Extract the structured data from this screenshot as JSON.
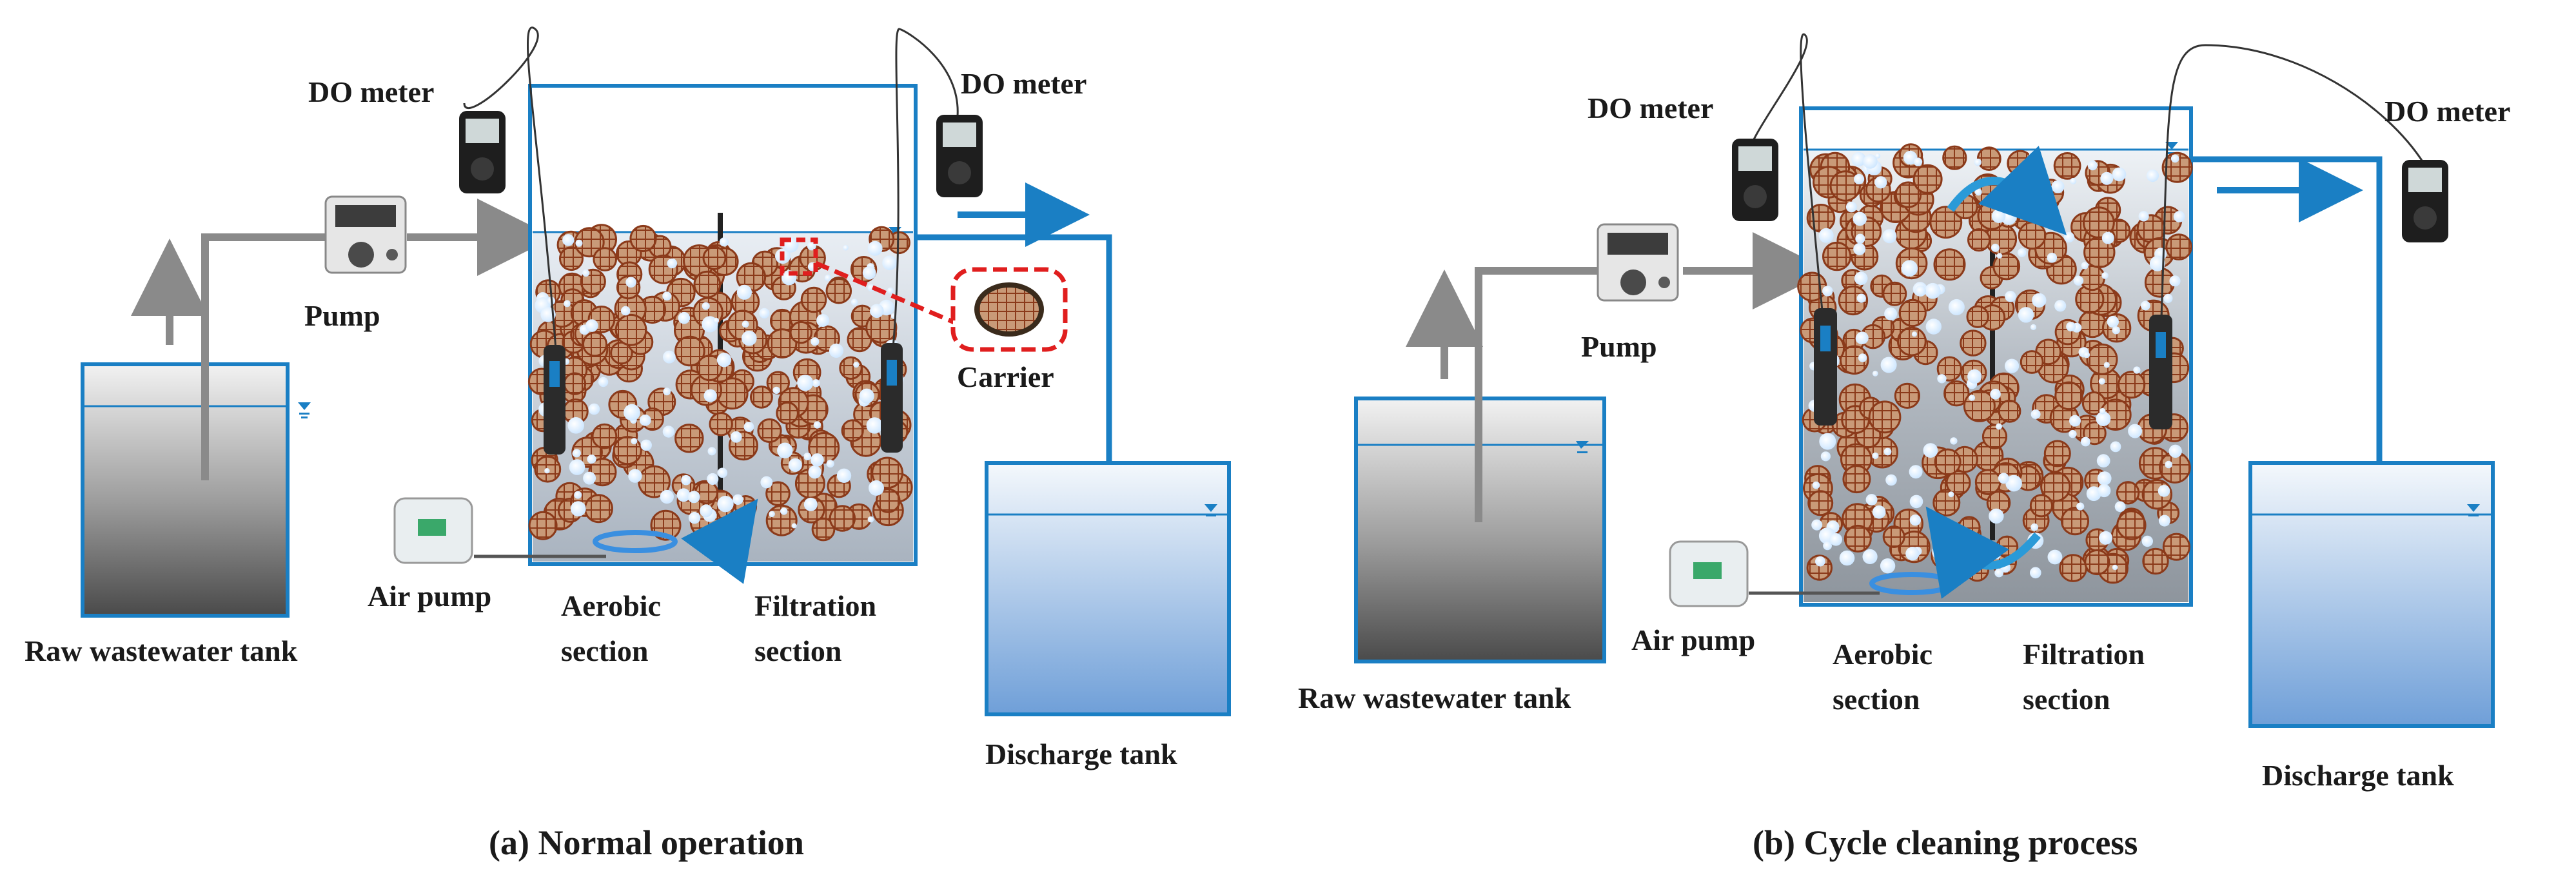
{
  "panels": [
    {
      "caption": "(a) Normal operation",
      "labels": {
        "do_meter_left": "DO meter",
        "do_meter_right": "DO meter",
        "pump": "Pump",
        "carrier": "Carrier",
        "raw_tank": "Raw wastewater tank",
        "air_pump": "Air pump",
        "aerobic_1": "Aerobic",
        "aerobic_2": "section",
        "filtration_1": "Filtration",
        "filtration_2": "section",
        "discharge_tank": "Discharge tank"
      }
    },
    {
      "caption": "(b) Cycle cleaning process",
      "labels": {
        "do_meter_left": "DO meter",
        "do_meter_right": "DO meter",
        "pump": "Pump",
        "raw_tank": "Raw wastewater tank",
        "air_pump": "Air pump",
        "aerobic_1": "Aerobic",
        "aerobic_2": "section",
        "filtration_1": "Filtration",
        "filtration_2": "section",
        "discharge_tank": "Discharge tank"
      }
    }
  ],
  "colors": {
    "tank_border": "#1a7fc4",
    "flow_blue": "#1a7fc4",
    "grey_pipe": "#8a8a8a",
    "carrier_brown": "#9b4a26",
    "highlight_red": "#e01e1e"
  }
}
